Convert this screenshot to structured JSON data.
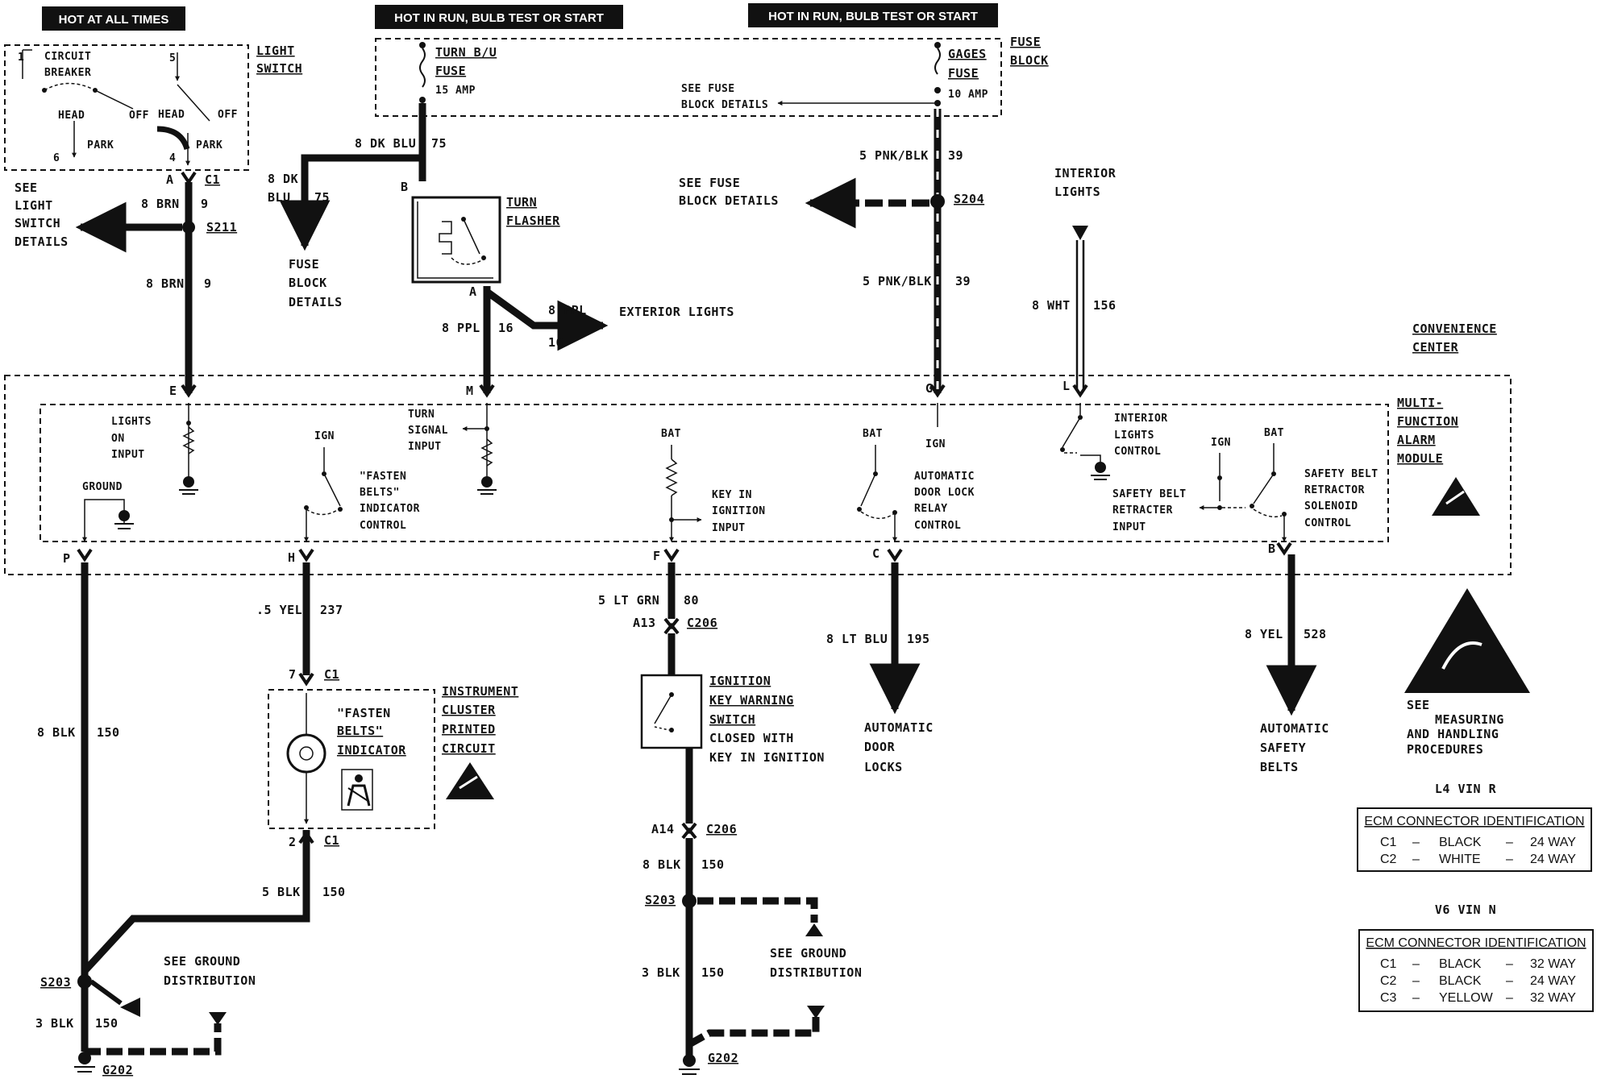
{
  "headers": {
    "hot_always": "HOT AT ALL TIMES",
    "hot_run_1": "HOT IN RUN, BULB TEST OR START",
    "hot_run_2": "HOT IN RUN, BULB TEST OR START"
  },
  "light_switch": {
    "title_1": "LIGHT",
    "title_2": "SWITCH",
    "circuit_1": "CIRCUIT",
    "circuit_2": "BREAKER",
    "head_1": "HEAD",
    "head_2": "HEAD",
    "park_1": "PARK",
    "park_2": "PARK",
    "off_1": "OFF",
    "off_2": "OFF",
    "pin_1": "1",
    "pin_5": "5",
    "pin_6": "6",
    "pin_4": "4",
    "see_1": "SEE",
    "see_2": "LIGHT",
    "see_3": "SWITCH",
    "see_4": "DETAILS",
    "conn_a": "A",
    "conn_c1": "C1"
  },
  "fuse_block": {
    "title_1": "FUSE",
    "title_2": "BLOCK",
    "turn_1": "TURN B/U",
    "turn_2": "FUSE",
    "turn_3": "15 AMP",
    "gages_1": "GAGES",
    "gages_2": "FUSE",
    "gages_3": "10 AMP",
    "see_1": "SEE FUSE",
    "see_2": "BLOCK DETAILS"
  },
  "wires": {
    "brn_top": "8 BRN",
    "brn_top_num": "9",
    "s211": "S211",
    "brn_bot": "8 BRN",
    "brn_bot_num": "9",
    "dkblu": "8 DK BLU",
    "dkblu_num": "75",
    "dkblu2_1": "8 DK",
    "dkblu2_2": "BLU",
    "dkblu2_num": "75",
    "fuse_det_1": "FUSE",
    "fuse_det_2": "BLOCK",
    "fuse_det_3": "DETAILS",
    "turn_b": "B",
    "turn_a": "A",
    "flasher_1": "TURN",
    "flasher_2": "FLASHER",
    "ppl_left": "8 PPL",
    "ppl_left_num": "16",
    "ppl_right": "8 PPL",
    "ppl_right_num": "16",
    "exterior": "EXTERIOR LIGHTS",
    "pnk_top": "5 PNK/BLK",
    "pnk_top_num": "39",
    "s204": "S204",
    "see_fuse_1": "SEE FUSE",
    "see_fuse_2": "BLOCK DETAILS",
    "pnk_bot": "5 PNK/BLK",
    "pnk_bot_num": "39",
    "int_1": "INTERIOR",
    "int_2": "LIGHTS",
    "wht": "8 WHT",
    "wht_num": "156"
  },
  "convenience": {
    "title_1": "CONVENIENCE",
    "title_2": "CENTER",
    "mod_1": "MULTI-",
    "mod_2": "FUNCTION",
    "mod_3": "ALARM",
    "mod_4": "MODULE",
    "pin_e": "E",
    "pin_m": "M",
    "pin_g": "G",
    "pin_l": "L",
    "pin_p": "P",
    "pin_h": "H",
    "pin_f": "F",
    "pin_c": "C",
    "pin_b": "B",
    "lights_1": "LIGHTS",
    "lights_2": "ON",
    "lights_3": "INPUT",
    "ground": "GROUND",
    "ign_1": "IGN",
    "fasten_1": "\"FASTEN",
    "fasten_2": "BELTS\"",
    "fasten_3": "INDICATOR",
    "fasten_4": "CONTROL",
    "turn_1": "TURN",
    "turn_2": "SIGNAL",
    "turn_3": "INPUT",
    "bat_1": "BAT",
    "key_1": "KEY IN",
    "key_2": "IGNITION",
    "key_3": "INPUT",
    "bat_2": "BAT",
    "door_1": "AUTOMATIC",
    "door_2": "DOOR LOCK",
    "door_3": "RELAY",
    "door_4": "CONTROL",
    "ign_2": "IGN",
    "intc_1": "INTERIOR",
    "intc_2": "LIGHTS",
    "intc_3": "CONTROL",
    "ign_3": "IGN",
    "bat_3": "BAT",
    "sbr_1": "SAFETY BELT",
    "sbr_2": "RETRACTER",
    "sbr_3": "INPUT",
    "sbs_1": "SAFETY BELT",
    "sbs_2": "RETRACTOR",
    "sbs_3": "SOLENOID",
    "sbs_4": "CONTROL"
  },
  "lower": {
    "yel": ".5 YEL",
    "yel_num": "237",
    "c1_7": "7",
    "c1_top": "C1",
    "ic_1": "INSTRUMENT",
    "ic_2": "CLUSTER",
    "ic_3": "PRINTED",
    "ic_4": "CIRCUIT",
    "fb_1": "\"FASTEN",
    "fb_2": "BELTS\"",
    "fb_3": "INDICATOR",
    "c1_2": "2",
    "c1_bot": "C1",
    "blk_left": "8 BLK",
    "blk_left_num": "150",
    "blk_5": "5 BLK",
    "blk_5_num": "150",
    "s203_l": "S203",
    "see_gnd_1a": "SEE GROUND",
    "see_gnd_1b": "DISTRIBUTION",
    "blk3_l": "3 BLK",
    "blk3_l_num": "150",
    "g202_l": "G202",
    "grn": "5 LT GRN",
    "grn_num": "80",
    "a13": "A13",
    "c206_1": "C206",
    "ikw_1": "IGNITION",
    "ikw_2": "KEY WARNING",
    "ikw_3": "SWITCH",
    "ikw_4": "CLOSED WITH",
    "ikw_5": "KEY IN IGNITION",
    "a14": "A14",
    "c206_2": "C206",
    "blk8_m": "8 BLK",
    "blk8_m_num": "150",
    "s203_m": "S203",
    "see_gnd_2a": "SEE GROUND",
    "see_gnd_2b": "DISTRIBUTION",
    "blk3_m": "3 BLK",
    "blk3_m_num": "150",
    "g202_m": "G202",
    "ltblu": "8 LT BLU",
    "ltblu_num": "195",
    "adl_1": "AUTOMATIC",
    "adl_2": "DOOR",
    "adl_3": "LOCKS",
    "yel8": "8 YEL",
    "yel8_num": "528",
    "asb_1": "AUTOMATIC",
    "asb_2": "SAFETY",
    "asb_3": "BELTS"
  },
  "esd": {
    "see_1": "SEE",
    "see_2": "MEASURING",
    "see_3": "AND HANDLING",
    "see_4": "PROCEDURES"
  },
  "ecm_l4": {
    "title": "L4 VIN R",
    "header": "ECM CONNECTOR IDENTIFICATION",
    "rows": [
      {
        "id": "C1",
        "color": "BLACK",
        "way": "24 WAY"
      },
      {
        "id": "C2",
        "color": "WHITE",
        "way": "24 WAY"
      }
    ]
  },
  "ecm_v6": {
    "title": "V6 VIN N",
    "header": "ECM CONNECTOR IDENTIFICATION",
    "rows": [
      {
        "id": "C1",
        "color": "BLACK",
        "way": "32 WAY"
      },
      {
        "id": "C2",
        "color": "BLACK",
        "way": "24 WAY"
      },
      {
        "id": "C3",
        "color": "YELLOW",
        "way": "32 WAY"
      }
    ]
  }
}
